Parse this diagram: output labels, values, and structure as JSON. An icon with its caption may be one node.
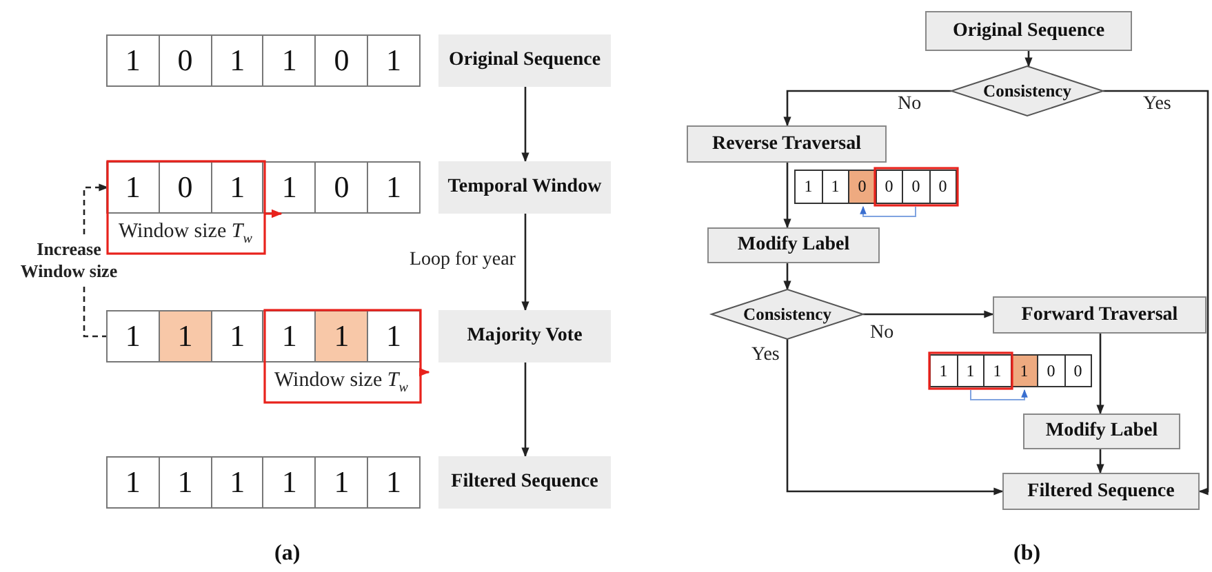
{
  "diagram": {
    "nodes": [
      {
        "text": [
          "1",
          "0",
          "1",
          "1",
          "0",
          "1"
        ]
      },
      {
        "text": [
          "Original Sequence"
        ]
      },
      {
        "text": [
          "1",
          "0",
          "1",
          "1",
          "0",
          "1"
        ]
      },
      {
        "text": [
          "Temporal Window"
        ]
      },
      {
        "text": [
          "1",
          "1",
          "1",
          "1",
          "1",
          "1"
        ]
      },
      {
        "text": [
          "Majority Vote"
        ]
      },
      {
        "text": [
          "1",
          "1",
          "1",
          "1",
          "1",
          "1"
        ]
      },
      {
        "text": [
          "Filtered Sequence"
        ]
      },
      {
        "text": [
          "Original Sequence"
        ]
      },
      {
        "text": [
          "Consistency"
        ]
      },
      {
        "text": [
          "Reverse Traversal"
        ]
      },
      {
        "text": [
          "1",
          "1",
          "0",
          "0",
          "0",
          "0"
        ]
      },
      {
        "text": [
          "Modify Label"
        ]
      },
      {
        "text": [
          "Consistency"
        ]
      },
      {
        "text": [
          "Forward Traversal"
        ]
      },
      {
        "text": [
          "1",
          "1",
          "1",
          "1",
          "0",
          "0"
        ]
      },
      {
        "text": [
          "Modify Label"
        ]
      },
      {
        "text": [
          "Filtered Sequence"
        ]
      }
    ],
    "edges": [
      {
        "from": 1,
        "to": 3,
        "arrow": "to"
      },
      {
        "from": 3,
        "to": 5,
        "arrow": "to",
        "label": "Loop for year"
      },
      {
        "from": 5,
        "to": 7,
        "arrow": "to"
      },
      {
        "from": 4,
        "to": 2,
        "arrow": "to",
        "style": "dashed",
        "label": "Increase Window size"
      },
      {
        "from": 8,
        "to": 9,
        "arrow": "to"
      },
      {
        "from": 9,
        "to": 10,
        "arrow": "to",
        "label": "No"
      },
      {
        "from": 9,
        "to": 17,
        "arrow": "to",
        "label": "Yes"
      },
      {
        "from": 10,
        "to": 12,
        "arrow": "to"
      },
      {
        "from": 12,
        "to": 13,
        "arrow": "to"
      },
      {
        "from": 13,
        "to": 14,
        "arrow": "to",
        "label": "No"
      },
      {
        "from": 13,
        "to": 17,
        "arrow": "to",
        "label": "Yes"
      },
      {
        "from": 14,
        "to": 16,
        "arrow": "to"
      },
      {
        "from": 16,
        "to": 17,
        "arrow": "to"
      }
    ],
    "labels": [
      "Window size *T*$_{w}$",
      "Window size *T*$_{w}$",
      "(a)",
      "(b)"
    ]
  }
}
